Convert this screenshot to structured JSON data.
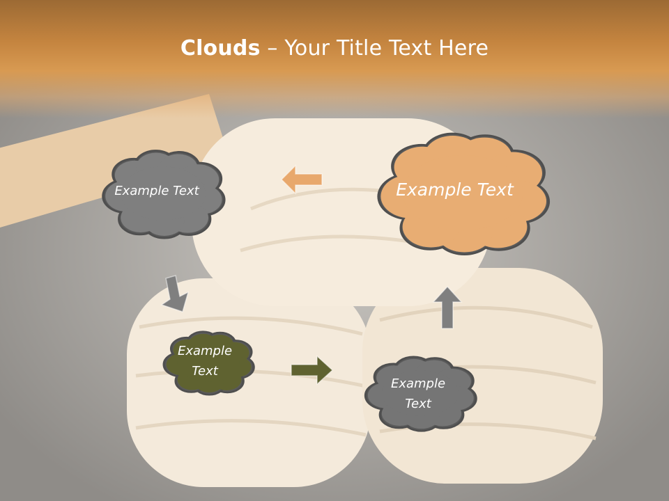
{
  "title": {
    "bold": "Clouds",
    "separator": " – ",
    "rest": "Your Title Text Here"
  },
  "clouds": [
    {
      "id": "gray-top-left",
      "text": "Example Text",
      "fill": "#7f7f7f"
    },
    {
      "id": "tan-top-right",
      "text": "Example Text",
      "fill": "#e8ad73"
    },
    {
      "id": "olive-middle",
      "text": "Example Text",
      "fill": "#5f6230"
    },
    {
      "id": "gray-bottom",
      "text": "Example Text",
      "fill": "#757575"
    }
  ],
  "arrows": [
    {
      "id": "left-arrow",
      "direction": "left",
      "color": "#e8a86c"
    },
    {
      "id": "down-arrow",
      "direction": "down-right",
      "color": "#7f7f7f"
    },
    {
      "id": "right-arrow",
      "direction": "right",
      "color": "#5f6230"
    },
    {
      "id": "up-arrow",
      "direction": "up",
      "color": "#7f7f7f"
    }
  ],
  "colors": {
    "title_bar": "#c98a45",
    "dough": "#f3e8d6",
    "rolling_pin": "#e7c9a4"
  }
}
